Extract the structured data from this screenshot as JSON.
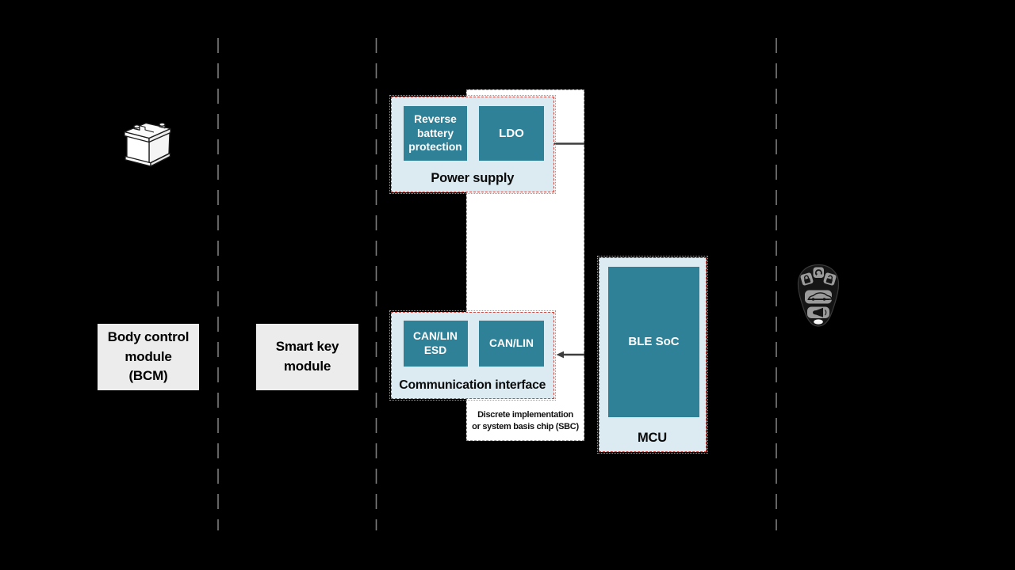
{
  "colors": {
    "background": "#000000",
    "teal": "#2f8197",
    "light_blue": "#dcebf2",
    "red_dash_border": "#c9473f",
    "module_gray": "#ececec",
    "connector_dark": "#3d3d3d",
    "lane_divider_gray": "#7d7d7d",
    "sbc_border_gray": "#8f8f8f",
    "sbc_fill": "#ffffff"
  },
  "modules": {
    "bcm": {
      "label": "Body control module (BCM)"
    },
    "smart_key": {
      "label": "Smart key module"
    }
  },
  "power_supply": {
    "label": "Power supply",
    "blocks": {
      "reverse_battery": "Reverse battery protection",
      "ldo": "LDO"
    }
  },
  "communication_interface": {
    "label": "Communication interface",
    "blocks": {
      "can_lin_esd": "CAN/LIN ESD",
      "can_lin": "CAN/LIN"
    }
  },
  "sbc": {
    "caption_line1": "Discrete implementation",
    "caption_line2": "or system basis chip (SBC)"
  },
  "mcu": {
    "label": "MCU",
    "blocks": {
      "ble_soc": "BLE SoC"
    }
  },
  "icons": {
    "battery": "car-battery",
    "key_fob": "key-fob-remote"
  }
}
